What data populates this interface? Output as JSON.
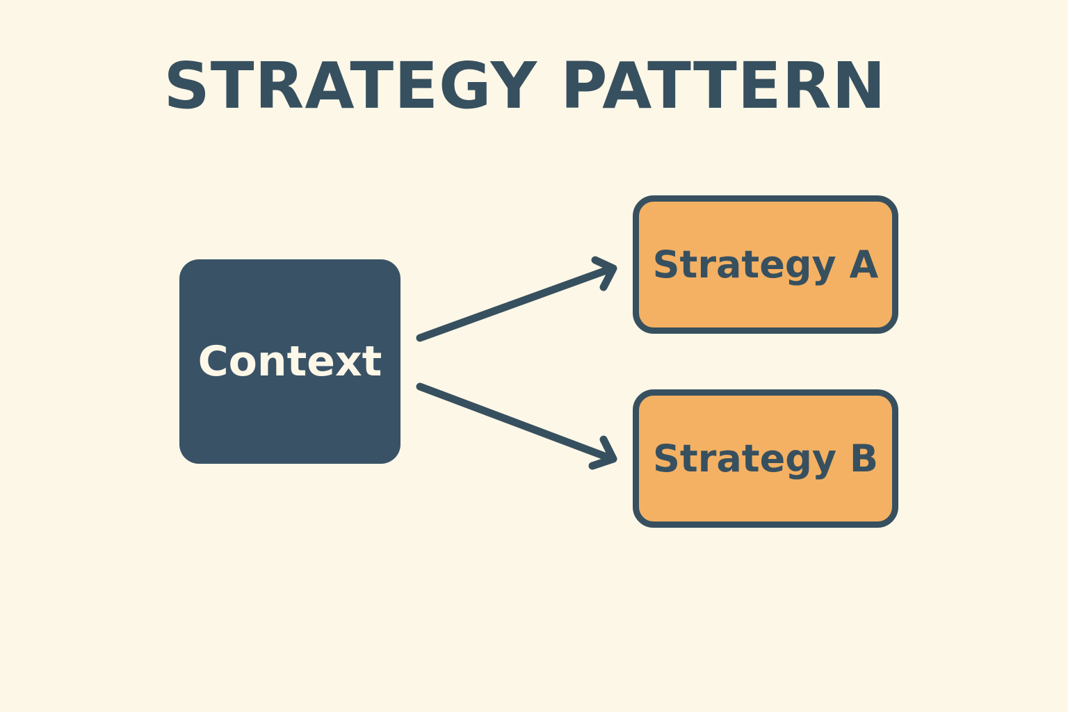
{
  "title": "STRATEGY PATTERN",
  "nodes": {
    "context": {
      "label": "Context"
    },
    "strategy_a": {
      "label": "Strategy A"
    },
    "strategy_b": {
      "label": "Strategy B"
    }
  },
  "edges": [
    {
      "from": "context",
      "to": "strategy_a"
    },
    {
      "from": "context",
      "to": "strategy_b"
    }
  ],
  "colors": {
    "background": "#fdf7e7",
    "dark": "#37505f",
    "context_fill": "#395266",
    "strategy_fill": "#f4b163"
  }
}
